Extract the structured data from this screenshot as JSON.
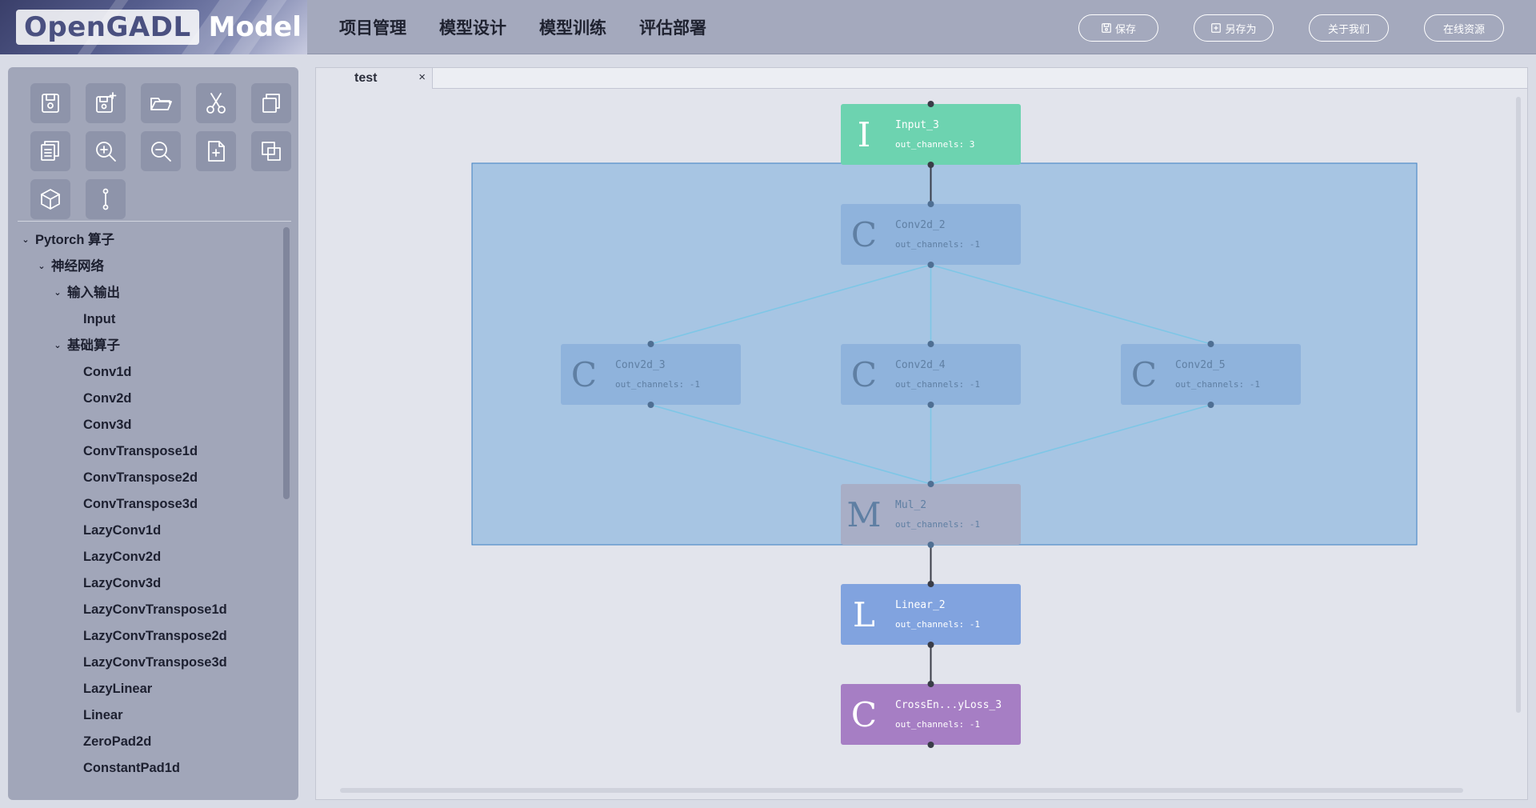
{
  "header": {
    "logo_part1": "OpenGADL",
    "logo_part2": "Model",
    "nav": [
      "项目管理",
      "模型设计",
      "模型训练",
      "评估部署"
    ],
    "buttons": {
      "save": "保存",
      "save_as": "另存为",
      "about": "关于我们",
      "online": "在线资源"
    }
  },
  "toolbar": {
    "tools": [
      "save-icon",
      "save-new-icon",
      "folder-open-icon",
      "cut-icon",
      "copy-icon",
      "paste-icon",
      "zoom-in-icon",
      "zoom-out-icon",
      "new-file-icon",
      "duplicate-icon",
      "cube-icon",
      "connector-icon"
    ]
  },
  "tree": {
    "root": "Pytorch 算子",
    "group": "神经网络",
    "sub1": "输入输出",
    "sub1_items": [
      "Input"
    ],
    "sub2": "基础算子",
    "sub2_items": [
      "Conv1d",
      "Conv2d",
      "Conv3d",
      "ConvTranspose1d",
      "ConvTranspose2d",
      "ConvTranspose3d",
      "LazyConv1d",
      "LazyConv2d",
      "LazyConv3d",
      "LazyConvTranspose1d",
      "LazyConvTranspose2d",
      "LazyConvTranspose3d",
      "LazyLinear",
      "Linear",
      "ZeroPad2d",
      "ConstantPad1d"
    ]
  },
  "tab": {
    "label": "test",
    "close": "×"
  },
  "graph": {
    "nodes": {
      "input3": {
        "letter": "I",
        "name": "Input_3",
        "sub": "out_channels: 3",
        "color": "#6dd3b0"
      },
      "conv2": {
        "letter": "C",
        "name": "Conv2d_2",
        "sub": "out_channels: -1",
        "color": "#8fb3dc"
      },
      "conv3": {
        "letter": "C",
        "name": "Conv2d_3",
        "sub": "out_channels: -1",
        "color": "#8fb3dc"
      },
      "conv4": {
        "letter": "C",
        "name": "Conv2d_4",
        "sub": "out_channels: -1",
        "color": "#8fb3dc"
      },
      "conv5": {
        "letter": "C",
        "name": "Conv2d_5",
        "sub": "out_channels: -1",
        "color": "#8fb3dc"
      },
      "mul2": {
        "letter": "M",
        "name": "Mul_2",
        "sub": "out_channels: -1",
        "color": "#a8aec6"
      },
      "linear2": {
        "letter": "L",
        "name": "Linear_2",
        "sub": "out_channels: -1",
        "color": "#81a3df"
      },
      "loss3": {
        "letter": "C",
        "name": "CrossEn...yLoss_3",
        "sub": "out_channels: -1",
        "color": "#a67ec4"
      }
    },
    "selection_color": "#a7c5e3"
  }
}
